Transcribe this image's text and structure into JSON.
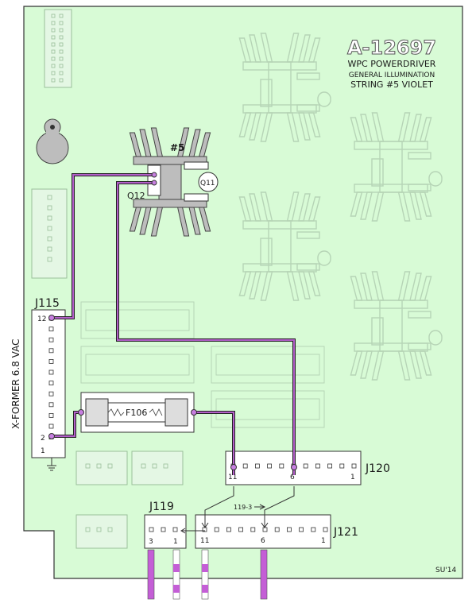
{
  "title": {
    "part_number": "A-12697",
    "line1": "WPC POWERDRIVER",
    "line2": "GENERAL ILLUMINATION",
    "line3": "STRING #5 VIOLET"
  },
  "components": {
    "heatsink_label": "#5",
    "transistor_q12": "Q12",
    "transistor_q11": "Q11",
    "fuse_label": "F106"
  },
  "connectors": {
    "j115": {
      "label": "J115",
      "pin_top": "12",
      "pin_2": "2",
      "pin_1": "1"
    },
    "j120": {
      "label": "J120",
      "pin_11": "11",
      "pin_6": "6",
      "pin_1": "1"
    },
    "j121": {
      "label": "J121",
      "pin_11": "11",
      "pin_6": "6",
      "pin_1": "1",
      "callout": "119-3"
    },
    "j119": {
      "label": "J119",
      "pin_3": "3",
      "pin_1": "1"
    }
  },
  "side_label": "X-FORMER  6.8 VAC",
  "credit": "SU'14",
  "colors": {
    "board": "#d8fbd6",
    "wire_violet": "#b35fc9",
    "wire_white": "#ffffff",
    "outline": "#333333"
  }
}
